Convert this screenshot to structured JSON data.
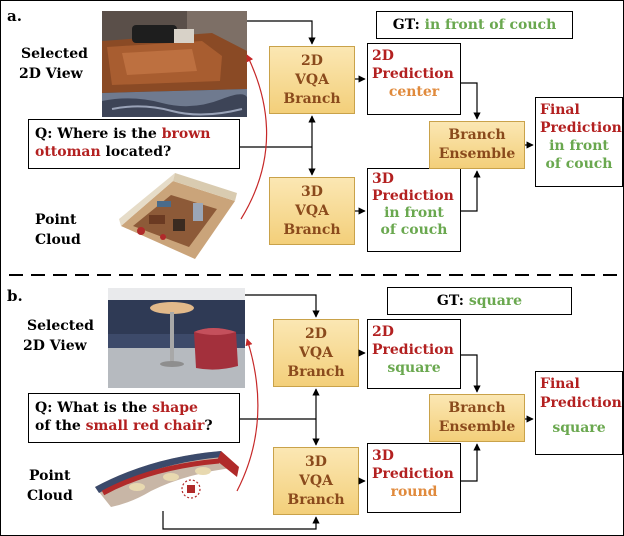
{
  "colors": {
    "red": "#b32020",
    "green": "#6aa84f",
    "orange": "#e08a3c",
    "gold": "#f3cf7a"
  },
  "panel_a": {
    "letter": "a.",
    "view_label_1": "Selected",
    "view_label_2": "2D View",
    "cloud_label_1": "Point",
    "cloud_label_2": "Cloud",
    "question": {
      "prefix": "Q: Where is the ",
      "highlight_1": "brown",
      "line2_highlight": "ottoman",
      "suffix": " located?"
    },
    "gt": {
      "label": "GT",
      "colon": ": ",
      "value": "in front of couch"
    },
    "branch_2d": [
      "2D",
      "VQA",
      "Branch"
    ],
    "branch_3d": [
      "3D",
      "VQA",
      "Branch"
    ],
    "pred_2d": {
      "title_1": "2D",
      "title_2": "Prediction",
      "value": "center"
    },
    "pred_3d": {
      "title_1": "3D",
      "title_2": "Prediction",
      "value_1": "in front",
      "value_2": "of couch"
    },
    "ensemble": [
      "Branch",
      "Ensemble"
    ],
    "final": {
      "title_1": "Final",
      "title_2": "Prediction",
      "value_1": "in front",
      "value_2": "of couch"
    }
  },
  "panel_b": {
    "letter": "b.",
    "view_label_1": "Selected",
    "view_label_2": "2D View",
    "cloud_label_1": "Point",
    "cloud_label_2": "Cloud",
    "question": {
      "prefix": "Q: What is the ",
      "highlight_1": "shape",
      "line2_prefix": "of the ",
      "line2_highlight": "small red chair",
      "suffix": "?"
    },
    "gt": {
      "label": "GT",
      "colon": ": ",
      "value": "square"
    },
    "branch_2d": [
      "2D",
      "VQA",
      "Branch"
    ],
    "branch_3d": [
      "3D",
      "VQA",
      "Branch"
    ],
    "pred_2d": {
      "title_1": "2D",
      "title_2": "Prediction",
      "value": "square"
    },
    "pred_3d": {
      "title_1": "3D",
      "title_2": "Prediction",
      "value": "round"
    },
    "ensemble": [
      "Branch",
      "Ensemble"
    ],
    "final": {
      "title_1": "Final",
      "title_2": "Prediction",
      "value": "square"
    }
  }
}
